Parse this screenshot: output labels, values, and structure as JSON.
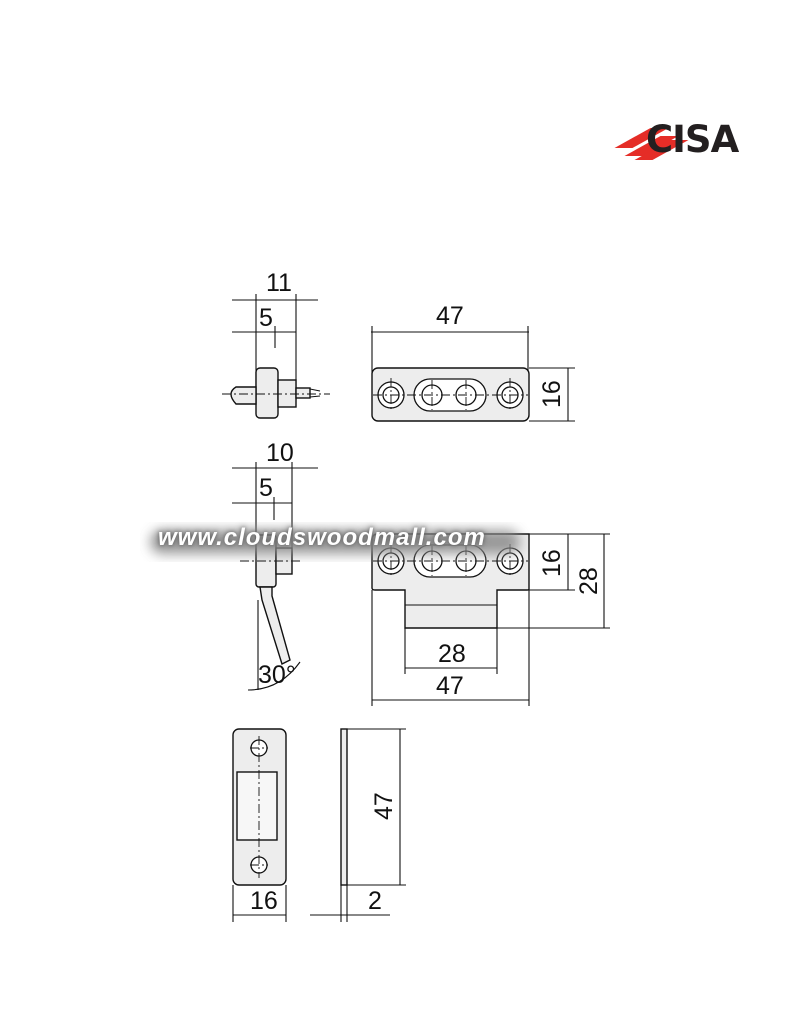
{
  "brand": {
    "name": "CISA",
    "logo_color": "#e52d27",
    "text_color": "#231f20"
  },
  "watermark": {
    "text": "www.cloudswoodmall.com"
  },
  "dimensions": {
    "view1_width_total": "11",
    "view1_width_inner": "5",
    "view2_length": "47",
    "view2_height": "16",
    "view3_width_total": "10",
    "view3_width_inner": "5",
    "view3_angle": "30°",
    "view4_height_inner": "16",
    "view4_height_total": "28",
    "view4_width_inner": "28",
    "view4_length": "47",
    "view5_length": "47",
    "view5_width": "16",
    "view6_thickness": "2"
  }
}
